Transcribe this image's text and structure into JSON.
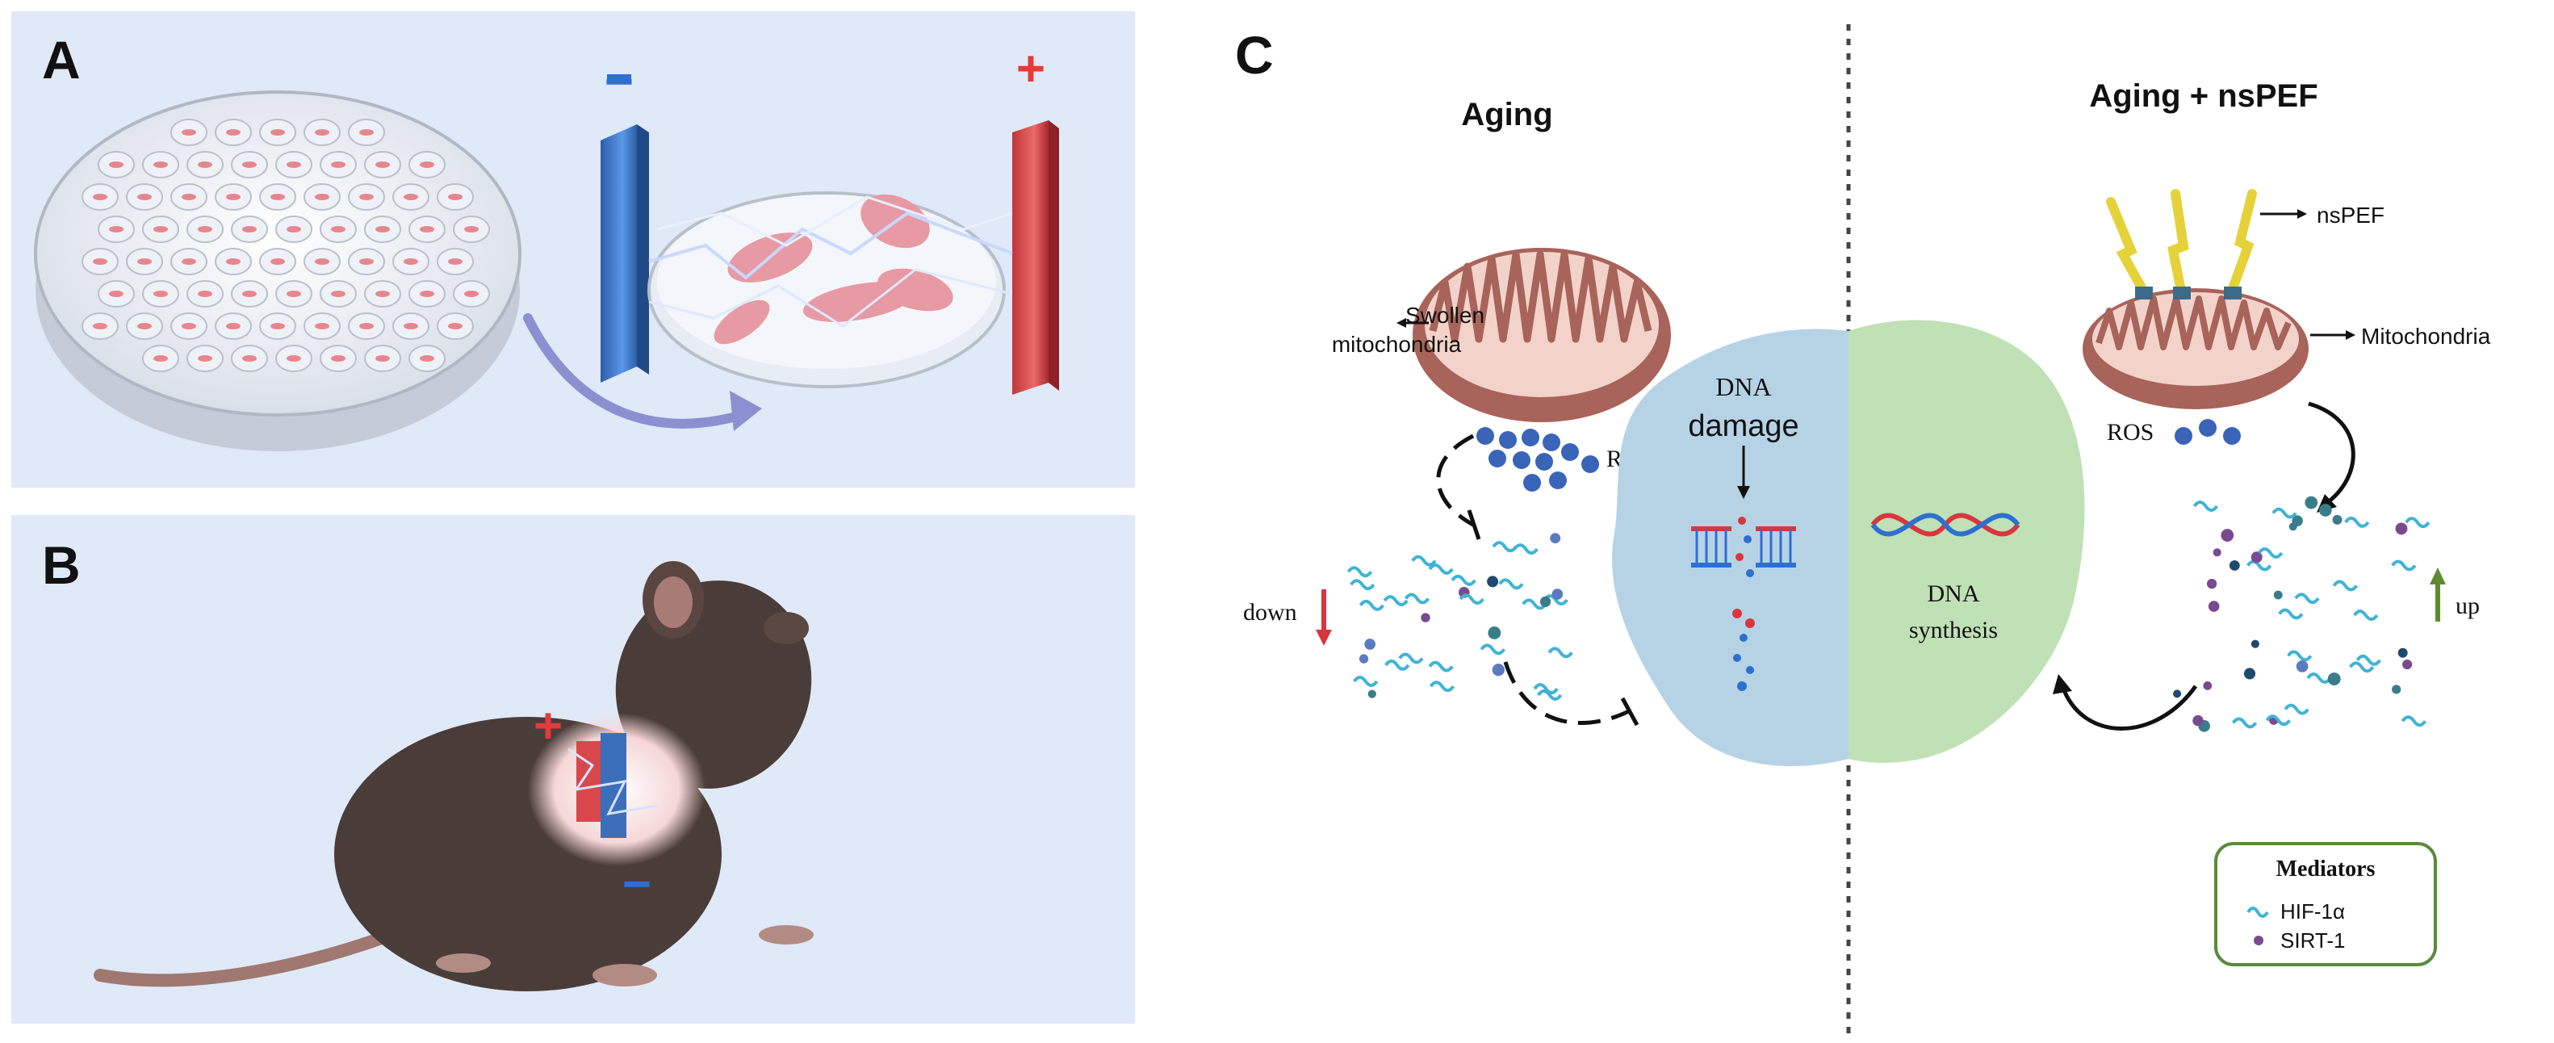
{
  "panels": {
    "a": {
      "letter": "A",
      "minus_sign": "−",
      "plus_sign": "+"
    },
    "b": {
      "letter": "B",
      "plus_sign": "+",
      "minus_sign": "−"
    },
    "c": {
      "letter": "C",
      "left_title": "Aging",
      "right_title": "Aging + nsPEF",
      "swollen_label_line1": "Swollen",
      "swollen_label_line2": "mitochondria",
      "ros_left": "ROS",
      "ros_right": "ROS",
      "down_label": "down",
      "up_label": "up",
      "dna_label": "DNA",
      "damage_label": "damage",
      "dna_synthesis_line1": "DNA",
      "dna_synthesis_line2": "synthesis",
      "nspef_label": "nsPEF",
      "mitochondria_label": "Mitochondria",
      "legend": {
        "title": "Mediators",
        "items": [
          "HIF-1α",
          "SIRT-1"
        ]
      }
    }
  },
  "colors": {
    "panel_bg": "#dfe9f7",
    "electrode_negative": "#3c7bd6",
    "electrode_positive": "#d8474b",
    "mito_outer": "#a8635a",
    "mito_inner": "#f3d3c9",
    "ros_dot": "#3a64b8",
    "dna_damage_blob": "#b6d3e6",
    "dna_synthesis_blob": "#bfe1b5",
    "legend_border": "#5a8a3a",
    "arrow_down": "#d9363e",
    "arrow_up": "#5e8a32"
  }
}
